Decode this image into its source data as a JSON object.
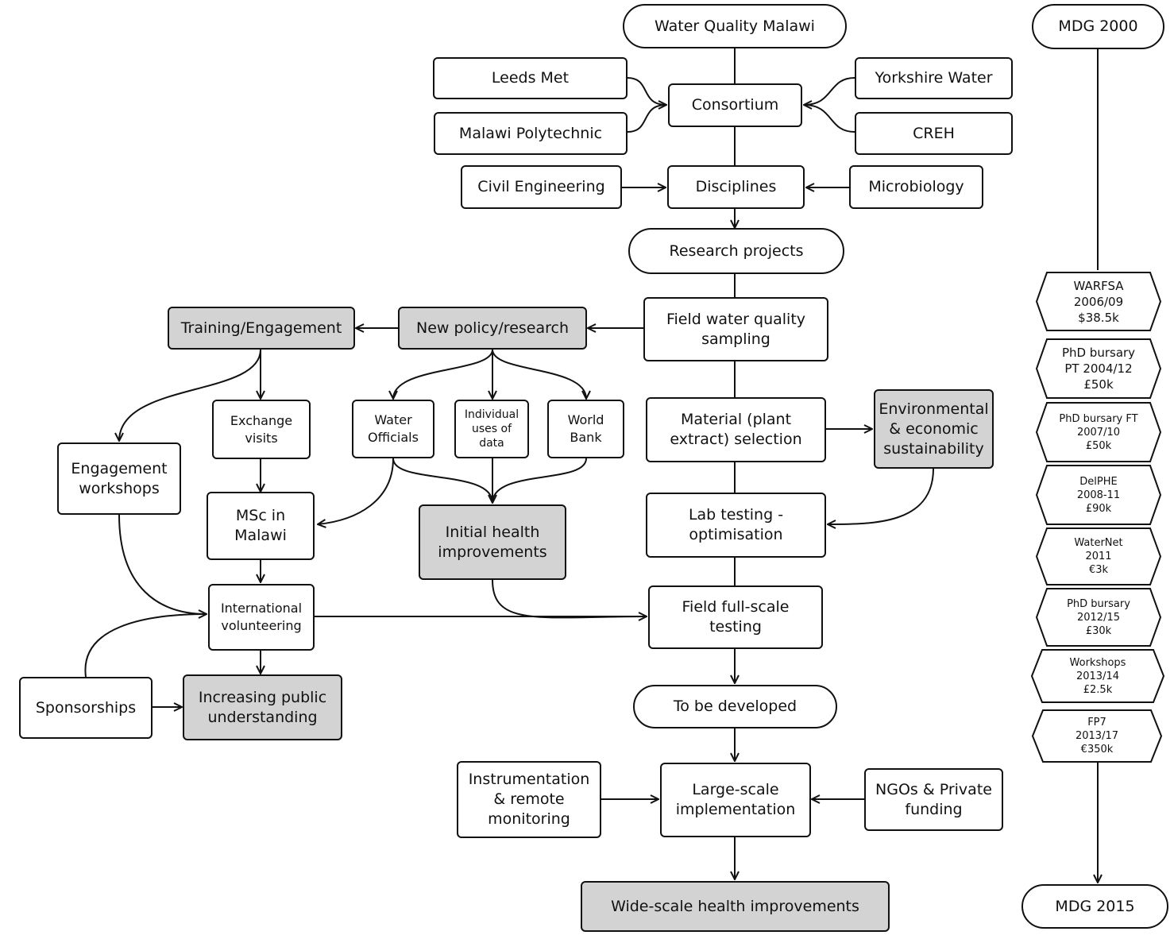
{
  "nodes": {
    "water_quality_malawi": "Water Quality Malawi",
    "leeds_met": "Leeds Met",
    "malawi_polytechnic": "Malawi Polytechnic",
    "consortium": "Consortium",
    "yorkshire_water": "Yorkshire Water",
    "creh": "CREH",
    "civil_engineering": "Civil Engineering",
    "disciplines": "Disciplines",
    "microbiology": "Microbiology",
    "research_projects": "Research projects",
    "field_sampling": "Field water quality\nsampling",
    "new_policy": "New policy/research",
    "training": "Training/Engagement",
    "exchange_visits": "Exchange\nvisits",
    "engagement_workshops": "Engagement\nworkshops",
    "msc_malawi": "MSc in\nMalawi",
    "international_volunteering": "International\nvolunteering",
    "sponsorships": "Sponsorships",
    "public_understanding": "Increasing public\nunderstanding",
    "water_officials": "Water\nOfficials",
    "individual_uses": "Individual\nuses of\ndata",
    "world_bank": "World\nBank",
    "initial_health": "Initial health\nimprovements",
    "material_selection": "Material (plant\nextract) selection",
    "env_sustainability": "Environmental\n& economic\nsustainability",
    "lab_testing": "Lab testing -\noptimisation",
    "field_full_scale": "Field full-scale\ntesting",
    "to_be_developed": "To be developed",
    "large_scale": "Large-scale\nimplementation",
    "instrumentation": "Instrumentation\n& remote\nmonitoring",
    "ngos": "NGOs & Private\nfunding",
    "wide_scale": "Wide-scale health improvements"
  },
  "timeline": {
    "start": "MDG 2000",
    "end": "MDG 2015",
    "items": [
      "WARFSA\n2006/09\n$38.5k",
      "PhD bursary\nPT 2004/12\n£50k",
      "PhD bursary FT\n2007/10\n£50k",
      "DelPHE\n2008-11\n£90k",
      "WaterNet\n2011\n€3k",
      "PhD bursary\n2012/15\n£30k",
      "Workshops\n2013/14\n£2.5k",
      "FP7\n2013/17\n€350k"
    ]
  }
}
